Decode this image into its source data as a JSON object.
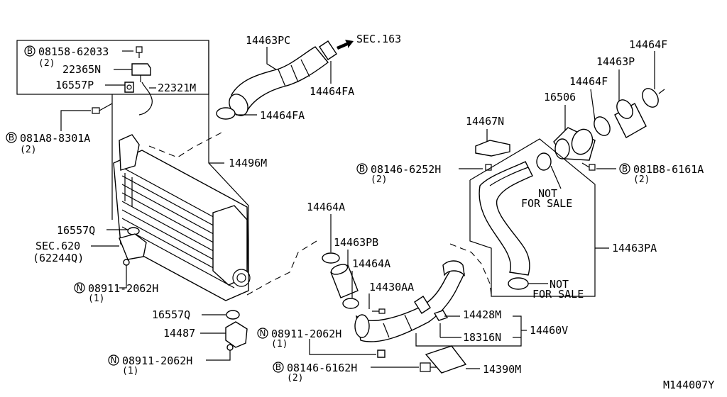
{
  "callouts": {
    "p08158": {
      "prefix": "B",
      "text": "08158-62033",
      "qty": "(2)"
    },
    "p22365N": {
      "text": "22365N"
    },
    "p16557P": {
      "text": "16557P"
    },
    "p22321M": {
      "text": "22321M"
    },
    "p081A8": {
      "prefix": "B",
      "text": "081A8-8301A",
      "qty": "(2)"
    },
    "p14463PC": {
      "text": "14463PC"
    },
    "sec163": {
      "text": "SEC.163"
    },
    "p14464FA_top": {
      "text": "14464FA"
    },
    "p14464FA_mid": {
      "text": "14464FA"
    },
    "p14496M": {
      "text": "14496M"
    },
    "p14467N": {
      "text": "14467N"
    },
    "p08146_6252H": {
      "prefix": "B",
      "text": "08146-6252H",
      "qty": "(2)"
    },
    "p16506": {
      "text": "16506"
    },
    "p14464F_1": {
      "text": "14464F"
    },
    "p14463P": {
      "text": "14463P"
    },
    "p14464F_2": {
      "text": "14464F"
    },
    "p081B8": {
      "prefix": "B",
      "text": "081B8-6161A",
      "qty": "(2)"
    },
    "nfs1": {
      "line1": "NOT",
      "line2": "FOR SALE"
    },
    "nfs2": {
      "line1": "NOT",
      "line2": "FOR SALE"
    },
    "p14463PA": {
      "text": "14463PA"
    },
    "p16557Q_1": {
      "text": "16557Q"
    },
    "sec620": {
      "text": "SEC.620",
      "qty": "(62244Q)"
    },
    "p08911_1": {
      "prefix": "N",
      "text": "08911-2062H",
      "qty": "(1)"
    },
    "p14464A_1": {
      "text": "14464A"
    },
    "p14463PB": {
      "text": "14463PB"
    },
    "p14464A_2": {
      "text": "14464A"
    },
    "p14430AA": {
      "text": "14430AA"
    },
    "p14428M": {
      "text": "14428M"
    },
    "p18316N": {
      "text": "18316N"
    },
    "p14460V": {
      "text": "14460V"
    },
    "p16557Q_2": {
      "text": "16557Q"
    },
    "p14487": {
      "text": "14487"
    },
    "p08911_2": {
      "prefix": "N",
      "text": "08911-2062H",
      "qty": "(1)"
    },
    "p08911_3": {
      "prefix": "N",
      "text": "08911-2062H",
      "qty": "(1)"
    },
    "p08146_6162H": {
      "prefix": "B",
      "text": "08146-6162H",
      "qty": "(2)"
    },
    "p14390M": {
      "text": "14390M"
    }
  },
  "diagram_id": "M144007Y"
}
